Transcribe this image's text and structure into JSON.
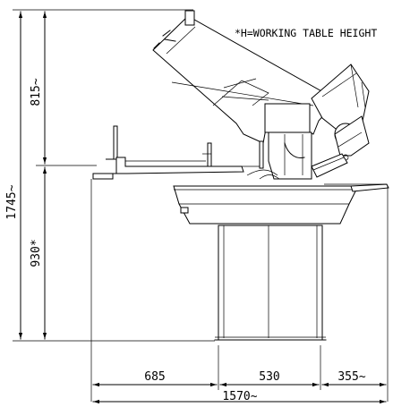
{
  "note": "*H=WORKING TABLE HEIGHT",
  "dimensions": {
    "total_height": "1745~",
    "upper_height": "815~",
    "table_height": "930*",
    "left_width": "685",
    "base_width": "530",
    "right_width": "355~",
    "total_width": "1570~"
  }
}
